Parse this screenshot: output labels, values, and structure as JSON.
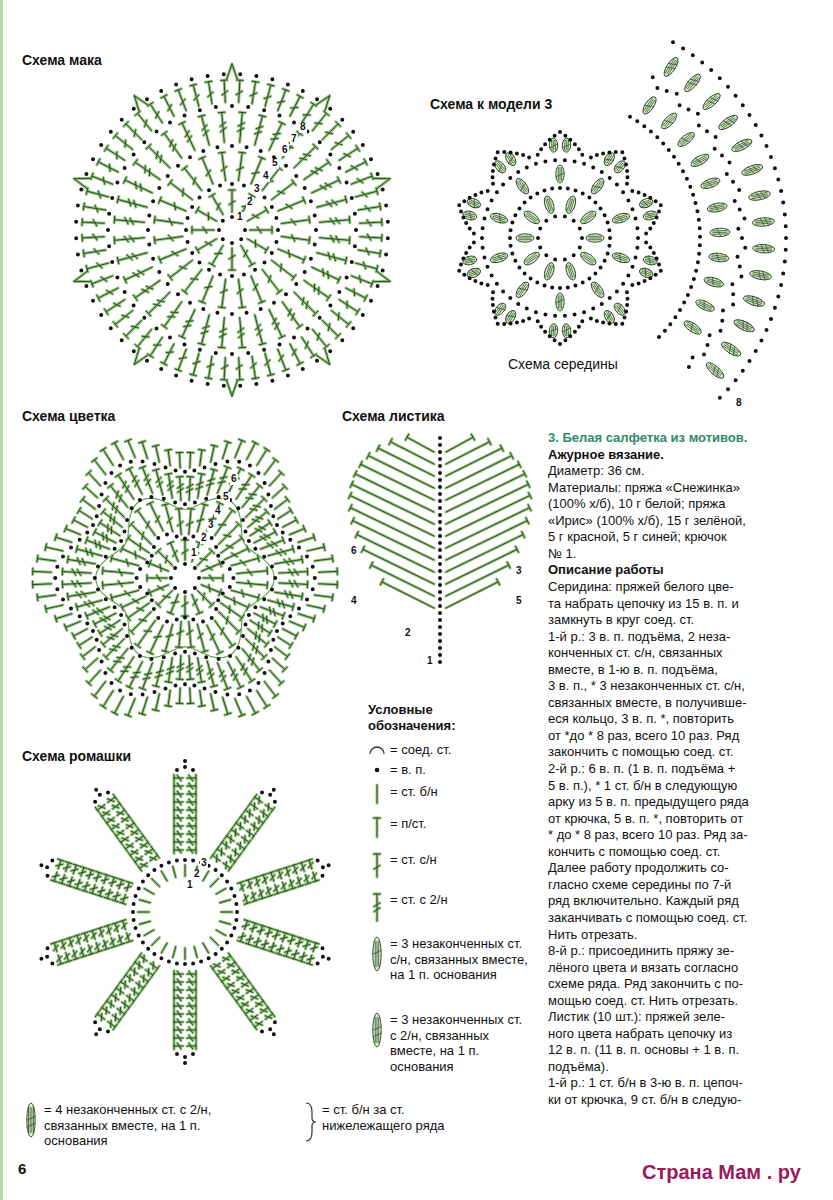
{
  "diagram": {
    "labels": [
      "Схема мака",
      "Схема к модели 3",
      "Схема середины",
      "Схема цветка",
      "Схема листика",
      "Схема ромашки",
      "Условные обозначения:",
      "1",
      "2",
      "3",
      "4",
      "5",
      "6",
      "7",
      "8",
      "1",
      "2",
      "3",
      "4",
      "5",
      "6",
      "1",
      "2",
      "3",
      "4",
      "5",
      "6",
      "1",
      "2",
      "3",
      "8",
      "3. Белая салфетка из мотивов.",
      "Ажурное вязание.",
      "Диаметр: 36 см.",
      "Материалы: пряжа «Снежинка»",
      "(100% х/б), 10 г белой; пряжа",
      "«Ирис» (100% х/б), 15 г зелёной,",
      "5 г красной, 5 г синей; крючок",
      "№ 1.",
      "Описание работы",
      "Серидина: пряжей белого цве-",
      "та набрать цепочку из 15 в. п. и",
      "замкнуть в круг соед. ст.",
      "1-й р.: 3 в. п. подъёма, 2 неза-",
      "конченных ст. с/н, связанных",
      "вместе, в 1-ю в. п. подъёма,",
      "3 в. п., * 3 незаконченных ст. с/н,",
      "связанных вместе, в получивше-",
      "еся кольцо, 3 в. п. *, повторить",
      "от *до * 8 раз, всего 10 раз. Ряд",
      "закончить с помощью соед. ст.",
      "2-й р.: 6 в. п. (1 в. п. подъёма +",
      "5 в. п.), * 1 ст. б/н в следующую",
      "арку из 5 в. п. предыдущего ряда",
      "от крючка, 5 в. п. *, повторить от",
      "* до * 8 раз, всего 10 раз. Ряд за-",
      "кончить с помощью соед. ст.",
      "Далее работу продолжить со-",
      "гласно схеме середины по 7-й",
      "ряд включительно. Каждый ряд",
      "заканчивать с помощью соед. ст.",
      "Нить отрезать.",
      "8-й р.: присоединить пряжу зе-",
      "лёного цвета и вязать согласно",
      "схеме ряда. Ряд закончить с по-",
      "мощью соед. ст. Нить отрезать.",
      "Листик (10 шт.): пряжей зеле-",
      "ного цвета набрать цепочку из",
      "12 в. п. (11 в. п. основы + 1 в. п.",
      "подъёма).",
      "1-й р.: 1 ст. б/н в 3-ю в. п. цепоч-",
      "ки от крючка, 9 ст. б/н в следую-",
      "6",
      "Страна Мам . ру"
    ],
    "legend": [
      {
        "text": "= соед. ст."
      },
      {
        "text": "= в. п."
      },
      {
        "text": "= ст. б/н"
      },
      {
        "text": "= п/ст."
      },
      {
        "text": "= ст. с/н"
      },
      {
        "text": "= ст. с 2/н"
      },
      {
        "text": "= 3 незаконченных ст. с/н, связанных вместе, на 1 п. основания"
      },
      {
        "text": "= 3 незаконченных ст. с 2/н, связанных вместе, на 1 п. основания"
      },
      {
        "text": "= 4 незаконченных ст. с 2/н, связанных вместе, на 1 п. основания"
      },
      {
        "text": "= ст. б/н за ст. нижележащего ряда"
      }
    ]
  }
}
